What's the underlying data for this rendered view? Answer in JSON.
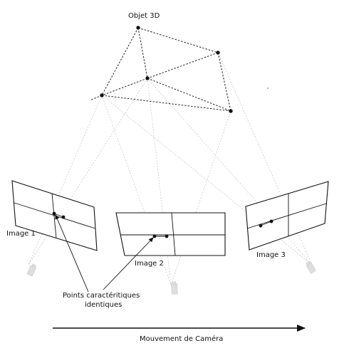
{
  "labels": {
    "object": "Objet 3D",
    "image1": "Image 1",
    "image2": "Image 2",
    "image3": "Image 3",
    "points_line1": "Points caractéritiques",
    "points_line2": "identiques",
    "motion": "Mouvement de Caméra"
  },
  "colors": {
    "ink": "#111111",
    "rays": "#c8c8c8",
    "camera": "#dedede"
  }
}
